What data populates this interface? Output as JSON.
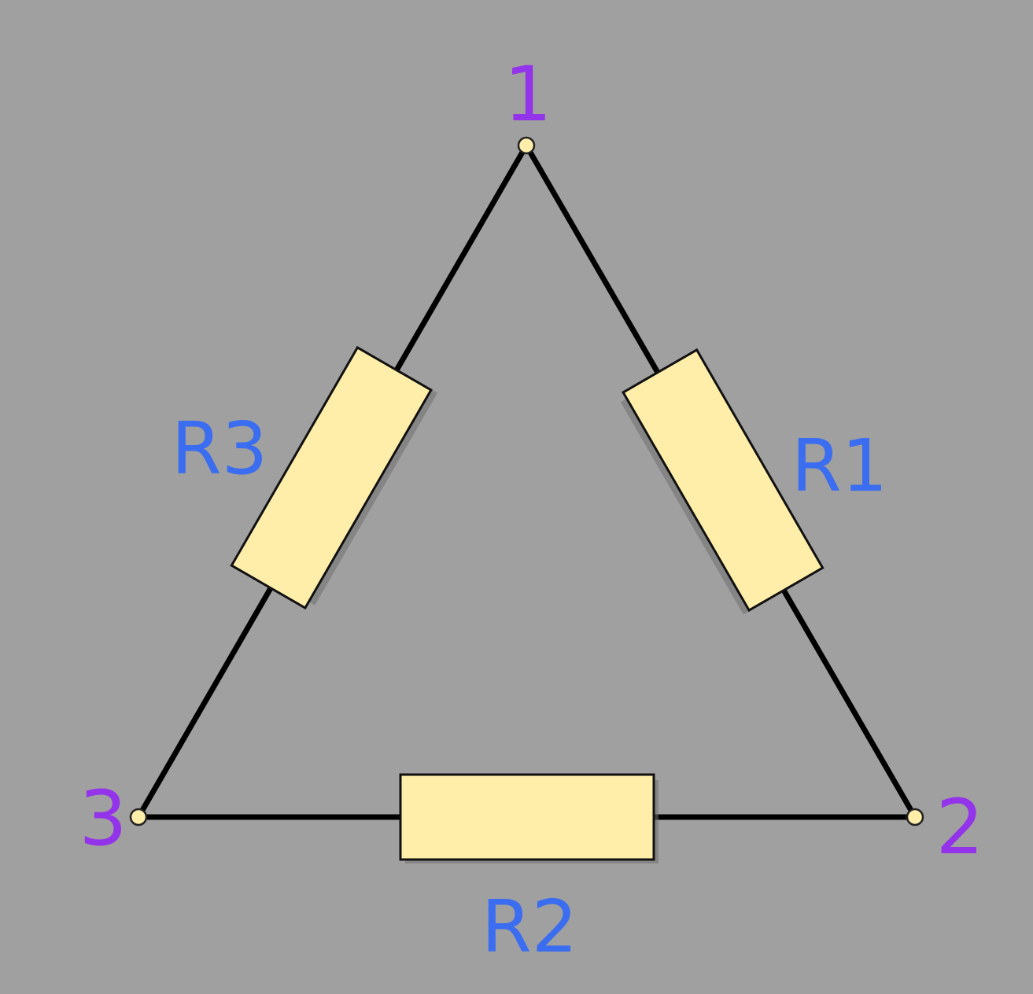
{
  "diagram": {
    "nodes": [
      {
        "id": "node-1",
        "label": "1"
      },
      {
        "id": "node-2",
        "label": "2"
      },
      {
        "id": "node-3",
        "label": "3"
      }
    ],
    "resistors": [
      {
        "id": "R1",
        "label": "R1",
        "from": "1",
        "to": "2"
      },
      {
        "id": "R2",
        "label": "R2",
        "from": "2",
        "to": "3"
      },
      {
        "id": "R3",
        "label": "R3",
        "from": "3",
        "to": "1"
      }
    ],
    "colors": {
      "background": "#a0a0a0",
      "wire": "#000000",
      "resistor_fill": "#ffeeaa",
      "terminal_fill": "#ffeeaa",
      "node_label": "#9333ea",
      "resistor_label": "#3b6df0"
    }
  }
}
